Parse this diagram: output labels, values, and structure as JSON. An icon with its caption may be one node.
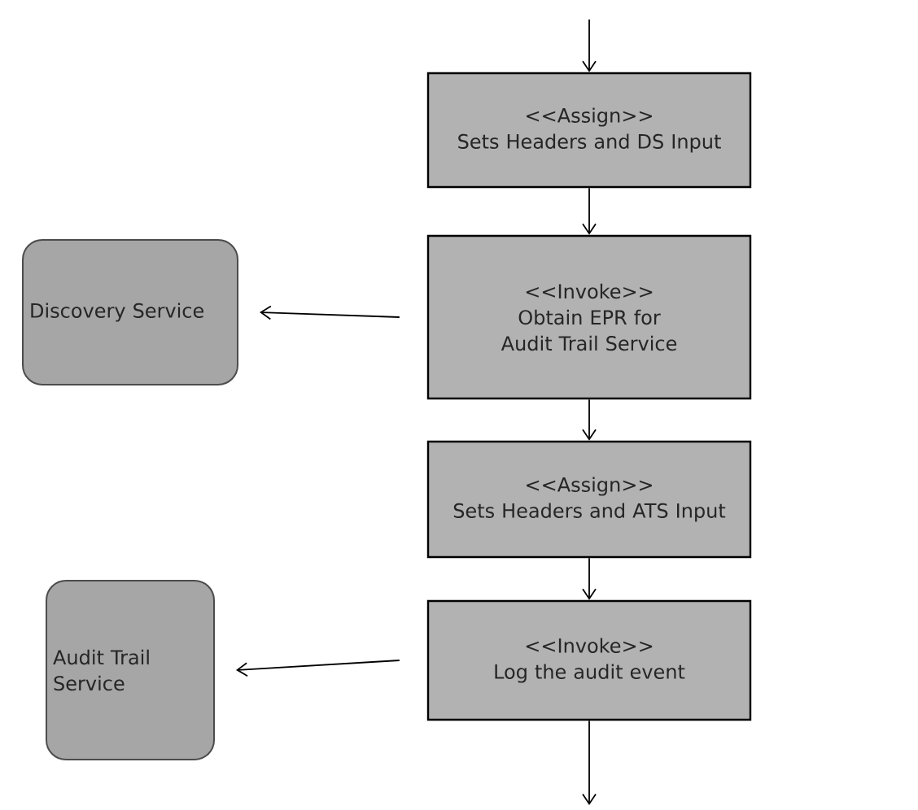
{
  "diagram": {
    "nodes": [
      {
        "text": [
          "<<Assign>>",
          "Sets Headers and DS Input"
        ]
      },
      {
        "text": [
          "<<Invoke>>",
          "Obtain EPR for Audit Trail Service"
        ]
      },
      {
        "text": [
          "Discovery Service"
        ]
      },
      {
        "text": [
          "<<Assign>>",
          "Sets Headers and ATS Input"
        ]
      },
      {
        "text": [
          "<<Invoke>>",
          "Log the audit event"
        ]
      },
      {
        "text": [
          "Audit Trail Service"
        ]
      }
    ],
    "edges": [
      {
        "from": null,
        "to": 0,
        "arrow": "to"
      },
      {
        "from": 0,
        "to": 1,
        "arrow": "to"
      },
      {
        "from": 1,
        "to": 2,
        "arrow": "to"
      },
      {
        "from": 1,
        "to": 3,
        "arrow": "to"
      },
      {
        "from": 3,
        "to": 4,
        "arrow": "to"
      },
      {
        "from": 4,
        "to": 5,
        "arrow": "to"
      },
      {
        "from": 4,
        "to": null,
        "arrow": "to"
      }
    ]
  }
}
